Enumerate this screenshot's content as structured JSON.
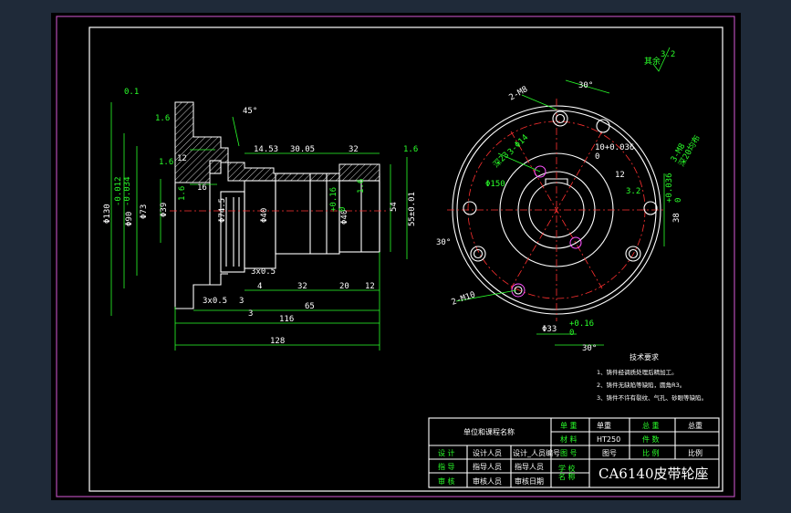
{
  "drawing": {
    "title": "CA6140皮带轮座",
    "colors": {
      "background": "#1f2a39",
      "paper": "#000000",
      "frame": "#b44bb4",
      "lines": "#ffffff",
      "dims": "#2aff2a",
      "centerlines": "#ff3030"
    }
  },
  "section_view": {
    "dims": {
      "d1": "0.1",
      "d2": "1.6",
      "chamfer": "45°",
      "r1": "1.6",
      "r2": "1.6",
      "l1": "12",
      "l2": "16",
      "l3": "14.53",
      "l4": "30.05",
      "l5": "32",
      "d130": "Φ130",
      "d90": "Φ90",
      "d90tol": "-0.012\n-0.034",
      "d73": "Φ73",
      "d39": "Φ39",
      "d74": "Φ74.5",
      "d40a": "Φ40",
      "d40b": "Φ40",
      "d40tol": "+0.16\n0",
      "d54": "54",
      "d55": "55±0.01",
      "g1": "3x0.5",
      "g2": "3x0.5",
      "n4": "4",
      "n3a": "3",
      "n3b": "3",
      "n32": "32",
      "n20": "20",
      "n12": "12",
      "n65": "65",
      "n116": "116",
      "n128": "128",
      "r3": "1.6",
      "r4": "1.6"
    }
  },
  "end_view": {
    "dims": {
      "a30top": "30°",
      "a30left": "30°",
      "a30bot": "30°",
      "h2m": "2-M8",
      "h3d": "3-Φ14",
      "depth": "深23",
      "d10": "10+0.036\n0",
      "d150": "Φ150",
      "k12": "12",
      "ra": "3.2",
      "r38": "38",
      "r38tol": "+0.036\n0",
      "h2m10": "2-M10",
      "d33": "Φ33",
      "d33tol": "+0.16\n0",
      "thread": "3-M8\n深20均布",
      "rough": "其余",
      "rough_val": "3.2"
    }
  },
  "tech_requirements": {
    "heading": "技术要求",
    "items": [
      "1、铸件经调质处理后精加工。",
      "2、铸件无缺陷等缺陷，圆角R3。",
      "3、铸件不许有裂纹、气孔、砂眼等缺陷。"
    ]
  },
  "title_block": {
    "org": "单位和课程名称",
    "scale_label": "单 重",
    "scale_val": "单重",
    "weight_label": "总 重",
    "weight_val": "总重",
    "material_label": "材 料",
    "material_val": "HT250",
    "qty_label": "件 数",
    "design_label": "设 计",
    "design_val": "设计人员",
    "design_date": "设计_人员编号",
    "fig_label": "图 号",
    "fig_val": "图号",
    "ratio_label": "比 例",
    "ratio_val": "比例",
    "guide_label": "指 导",
    "guide_val": "指导人员",
    "guide_val2": "指导人员",
    "review_label": "审 核",
    "review_val": "审核人员",
    "review_date": "审核日期",
    "school_label": "学 校\n名 称"
  }
}
